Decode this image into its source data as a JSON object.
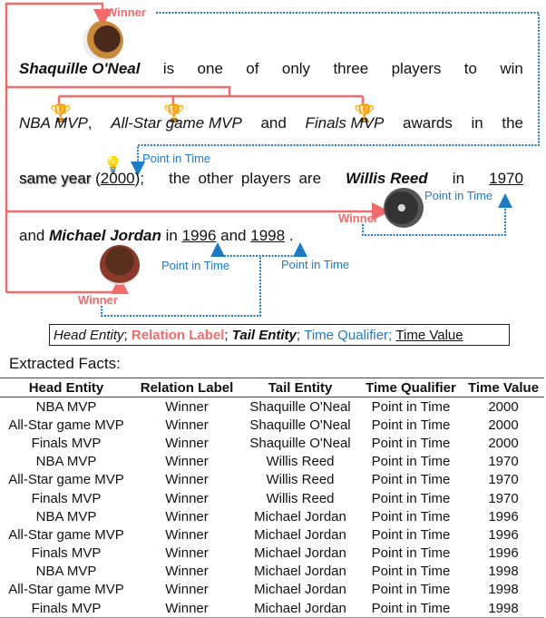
{
  "colors": {
    "relation": "#f26b6b",
    "time_qualifier": "#1f7ac4",
    "text": "#111111"
  },
  "sentence": {
    "line1": {
      "head": "Shaquille O'Neal",
      "words": [
        "is",
        "one",
        "of",
        "only",
        "three",
        "players",
        "to",
        "win"
      ]
    },
    "line2": {
      "e1": "NBA MVP",
      "sep1": ",",
      "e2": "All-Star game MVP",
      "and": "and",
      "e3": "Finals MVP",
      "tail": [
        "awards",
        "in",
        "the"
      ]
    },
    "line3": {
      "same_year": "same year",
      "open": "(",
      "year": "2000",
      "close": ");",
      "mid": "the other players are",
      "player": "Willis Reed",
      "in": "in",
      "year2": "1970"
    },
    "line4": {
      "and": "and",
      "player": "Michael Jordan",
      "in": "in",
      "year1": "1996",
      "and2": "and",
      "year2": "1998",
      "period": "."
    }
  },
  "annotations": {
    "winner_top": "Winner",
    "winner_reed": "Winner",
    "winner_jordan": "Winner",
    "pit_2000": "Point in Time",
    "pit_1970": "Point in Time",
    "pit_1996": "Point in Time",
    "pit_1998": "Point in Time"
  },
  "icons": {
    "trophy": "trophy-icon",
    "bulb": "lightbulb-icon",
    "avatars": [
      "shaquille-oneal-avatar",
      "willis-reed-avatar",
      "michael-jordan-avatar"
    ]
  },
  "legend": {
    "head": "Head Entity",
    "sep": ";",
    "relation": "Relation Label",
    "tail": "Tail Entity",
    "qualifier": "Time Qualifier",
    "value": "Time Value"
  },
  "facts": {
    "title": "Extracted Facts:",
    "columns": [
      "Head Entity",
      "Relation Label",
      "Tail Entity",
      "Time Qualifier",
      "Time Value"
    ],
    "rows": [
      [
        "NBA MVP",
        "Winner",
        "Shaquille O'Neal",
        "Point in Time",
        "2000"
      ],
      [
        "All-Star game MVP",
        "Winner",
        "Shaquille O'Neal",
        "Point in Time",
        "2000"
      ],
      [
        "Finals MVP",
        "Winner",
        "Shaquille O'Neal",
        "Point in Time",
        "2000"
      ],
      [
        "NBA MVP",
        "Winner",
        "Willis Reed",
        "Point in Time",
        "1970"
      ],
      [
        "All-Star game MVP",
        "Winner",
        "Willis Reed",
        "Point in Time",
        "1970"
      ],
      [
        "Finals MVP",
        "Winner",
        "Willis Reed",
        "Point in Time",
        "1970"
      ],
      [
        "NBA MVP",
        "Winner",
        "Michael Jordan",
        "Point in Time",
        "1996"
      ],
      [
        "All-Star game MVP",
        "Winner",
        "Michael Jordan",
        "Point in Time",
        "1996"
      ],
      [
        "Finals MVP",
        "Winner",
        "Michael Jordan",
        "Point in Time",
        "1996"
      ],
      [
        "NBA MVP",
        "Winner",
        "Michael Jordan",
        "Point in Time",
        "1998"
      ],
      [
        "All-Star game MVP",
        "Winner",
        "Michael Jordan",
        "Point in Time",
        "1998"
      ],
      [
        "Finals MVP",
        "Winner",
        "Michael Jordan",
        "Point in Time",
        "1998"
      ]
    ]
  }
}
